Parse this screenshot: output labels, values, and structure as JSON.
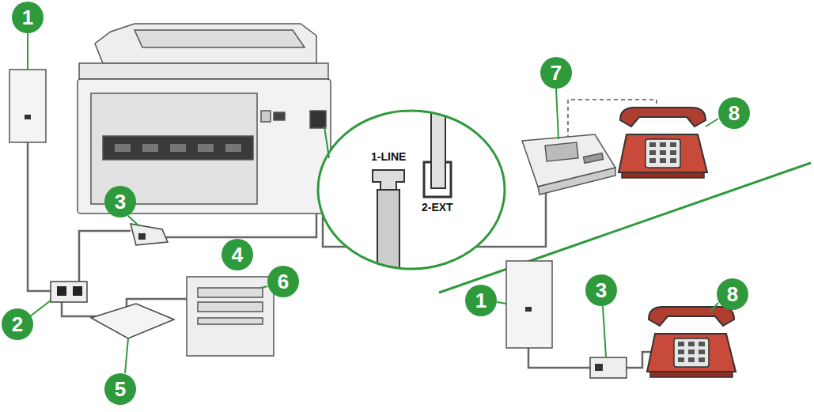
{
  "diagram": {
    "labels": [
      "1",
      "3",
      "4",
      "2",
      "6",
      "5",
      "7",
      "8",
      "1-LINE",
      "2-EXT",
      "1",
      "3",
      "8"
    ]
  }
}
